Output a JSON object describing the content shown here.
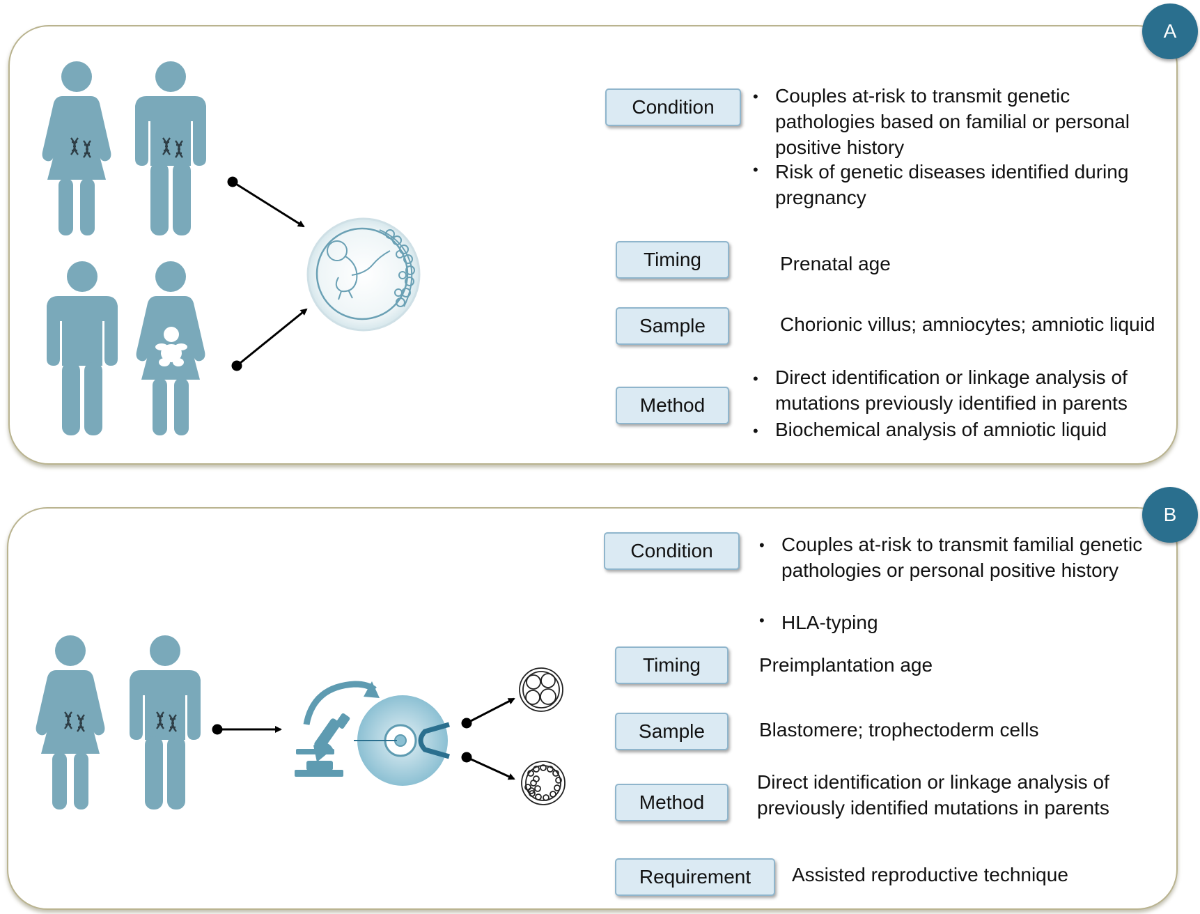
{
  "panel_a": {
    "badge": "A",
    "rows": {
      "condition": {
        "label": "Condition",
        "items": [
          "Couples at-risk to transmit genetic pathologies based on familial or personal positive history",
          "Risk of genetic diseases identified during pregnancy"
        ]
      },
      "timing": {
        "label": "Timing",
        "value": "Prenatal age"
      },
      "sample": {
        "label": "Sample",
        "value": "Chorionic villus; amniocytes; amniotic liquid"
      },
      "method": {
        "label": "Method",
        "items": [
          "Direct identification or linkage analysis of mutations previously identified in parents",
          "Biochemical analysis of amniotic liquid"
        ]
      }
    }
  },
  "panel_b": {
    "badge": "B",
    "rows": {
      "condition": {
        "label": "Condition",
        "items": [
          "Couples at-risk to transmit familial genetic pathologies or personal positive history",
          "HLA-typing"
        ]
      },
      "timing": {
        "label": "Timing",
        "value": "Preimplantation age"
      },
      "sample": {
        "label": "Sample",
        "value": "Blastomere; trophectoderm cells"
      },
      "method": {
        "label": "Method",
        "value": "Direct identification or linkage analysis of previously identified mutations in parents"
      },
      "requirement": {
        "label": "Requirement",
        "value": "Assisted reproductive technique"
      }
    }
  },
  "colors": {
    "figure": "#7aa9ba",
    "badge": "#2a6f8e",
    "label_fill": "#dbeaf3",
    "label_border": "#8fb5cc",
    "frame": "#b9b38f"
  },
  "icons": [
    "woman-icon",
    "man-icon",
    "pregnant-woman-icon",
    "dna-icon",
    "fetus-icon",
    "microscope-icon",
    "micromanipulation-icon",
    "embryo-cleavage-icon",
    "blastocyst-icon",
    "arrow-icon"
  ]
}
